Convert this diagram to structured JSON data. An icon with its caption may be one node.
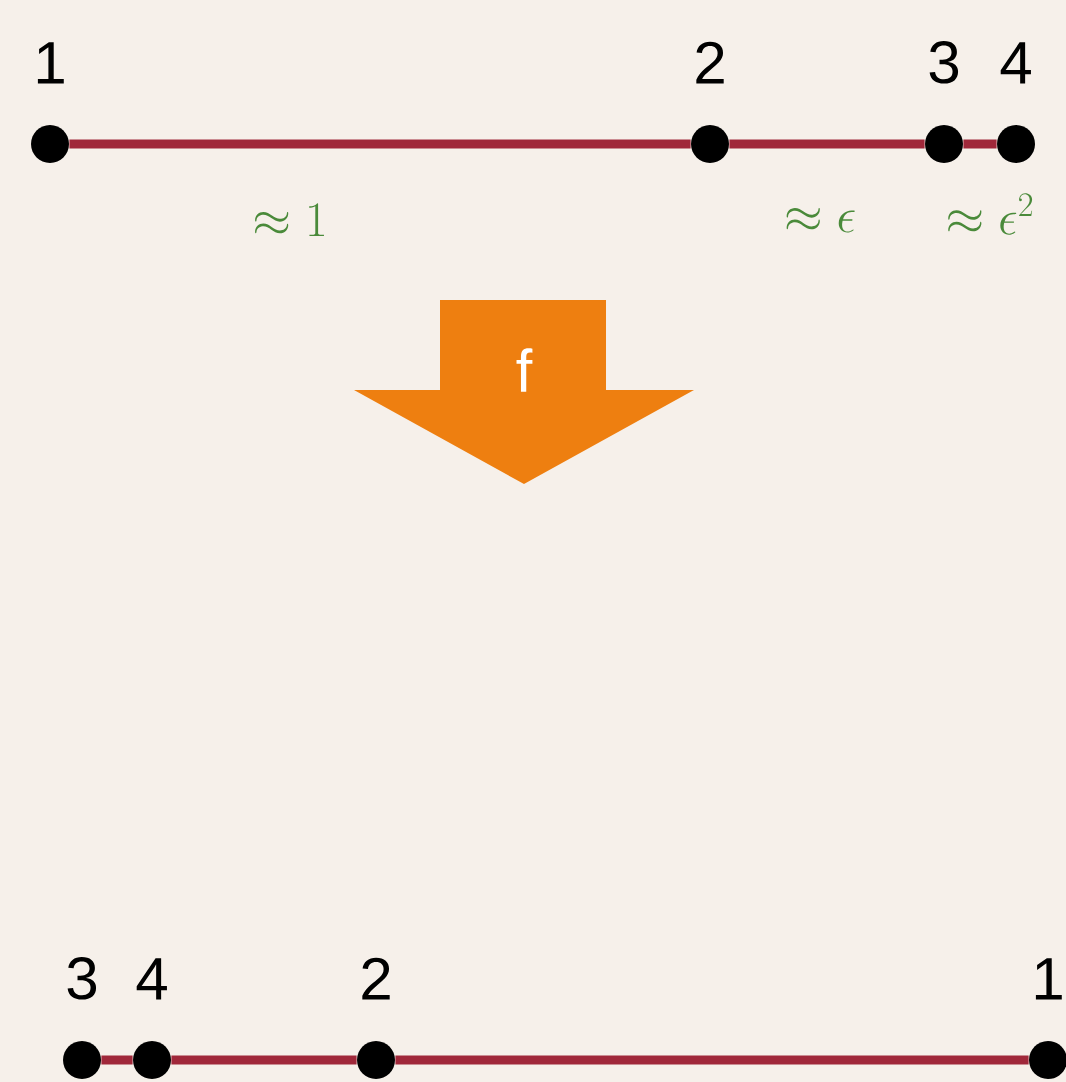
{
  "diagram": {
    "nodes": [
      {
        "text": [
          "1"
        ]
      },
      {
        "text": [
          "2"
        ]
      },
      {
        "text": [
          "3"
        ]
      },
      {
        "text": [
          "4"
        ]
      },
      {
        "text": [
          "f"
        ]
      },
      {
        "text": [
          "3"
        ]
      },
      {
        "text": [
          "4"
        ]
      },
      {
        "text": [
          "2"
        ]
      },
      {
        "text": [
          "1"
        ]
      }
    ],
    "edges": [
      {
        "from": 0,
        "to": 1,
        "arrow": "none"
      },
      {
        "from": 1,
        "to": 2,
        "arrow": "none"
      },
      {
        "from": 2,
        "to": 3,
        "arrow": "none"
      },
      {
        "from": 5,
        "to": 6,
        "arrow": "none"
      },
      {
        "from": 6,
        "to": 7,
        "arrow": "none"
      },
      {
        "from": 7,
        "to": 8,
        "arrow": "none"
      }
    ],
    "labels": [
      "\\approx 1",
      "\\approx \\epsilon",
      "\\approx \\epsilon^2"
    ]
  }
}
